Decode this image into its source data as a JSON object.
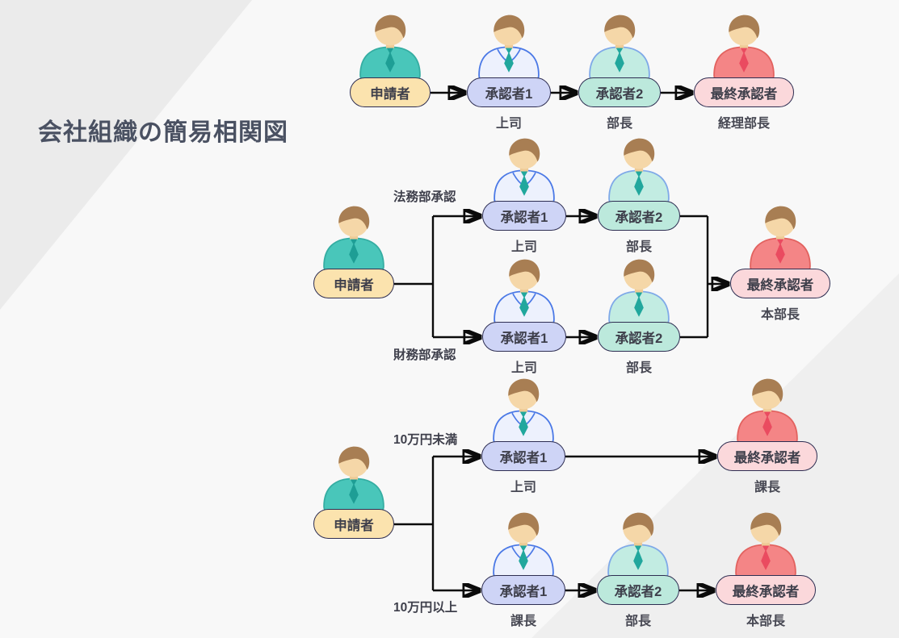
{
  "title": "会社組織の簡易相関図",
  "colors": {
    "background": "#f8f8f8",
    "background_triangle_dark": "#ebebeb",
    "pill_applicant": "#fbe3ae",
    "pill_approver1": "#ced4f6",
    "pill_approver2": "#bce9dc",
    "pill_final": "#fbd8db",
    "pill_border": "#2e2e52",
    "connector": "#0b0b0b",
    "title_text": "#4a5162"
  },
  "flows": [
    {
      "name": "single-line-approval",
      "nodes": [
        {
          "label": "申請者",
          "role": "",
          "person": "teal-shirt"
        },
        {
          "label": "承認者1",
          "role": "上司",
          "person": "white-shirt"
        },
        {
          "label": "承認者2",
          "role": "部長",
          "person": "mint-shirt"
        },
        {
          "label": "最終承認者",
          "role": "経理部長",
          "person": "red-shirt"
        }
      ]
    },
    {
      "name": "parallel-approval",
      "branch_labels": {
        "top": "法務部承認",
        "bottom": "財務部承認"
      },
      "nodes": [
        {
          "label": "申請者",
          "role": "",
          "person": "teal-shirt"
        },
        {
          "label": "承認者1",
          "role": "上司",
          "person": "white-shirt"
        },
        {
          "label": "承認者2",
          "role": "部長",
          "person": "mint-shirt"
        },
        {
          "label": "承認者1",
          "role": "上司",
          "person": "white-shirt"
        },
        {
          "label": "承認者2",
          "role": "部長",
          "person": "mint-shirt"
        },
        {
          "label": "最終承認者",
          "role": "本部長",
          "person": "red-shirt"
        }
      ]
    },
    {
      "name": "conditional-approval",
      "branch_labels": {
        "top": "10万円未満",
        "bottom": "10万円以上"
      },
      "nodes": [
        {
          "label": "申請者",
          "role": "",
          "person": "teal-shirt"
        },
        {
          "label": "承認者1",
          "role": "上司",
          "person": "white-shirt"
        },
        {
          "label": "最終承認者",
          "role": "課長",
          "person": "red-shirt"
        },
        {
          "label": "承認者1",
          "role": "課長",
          "person": "white-shirt"
        },
        {
          "label": "承認者2",
          "role": "部長",
          "person": "mint-shirt"
        },
        {
          "label": "最終承認者",
          "role": "本部長",
          "person": "red-shirt"
        }
      ]
    }
  ]
}
